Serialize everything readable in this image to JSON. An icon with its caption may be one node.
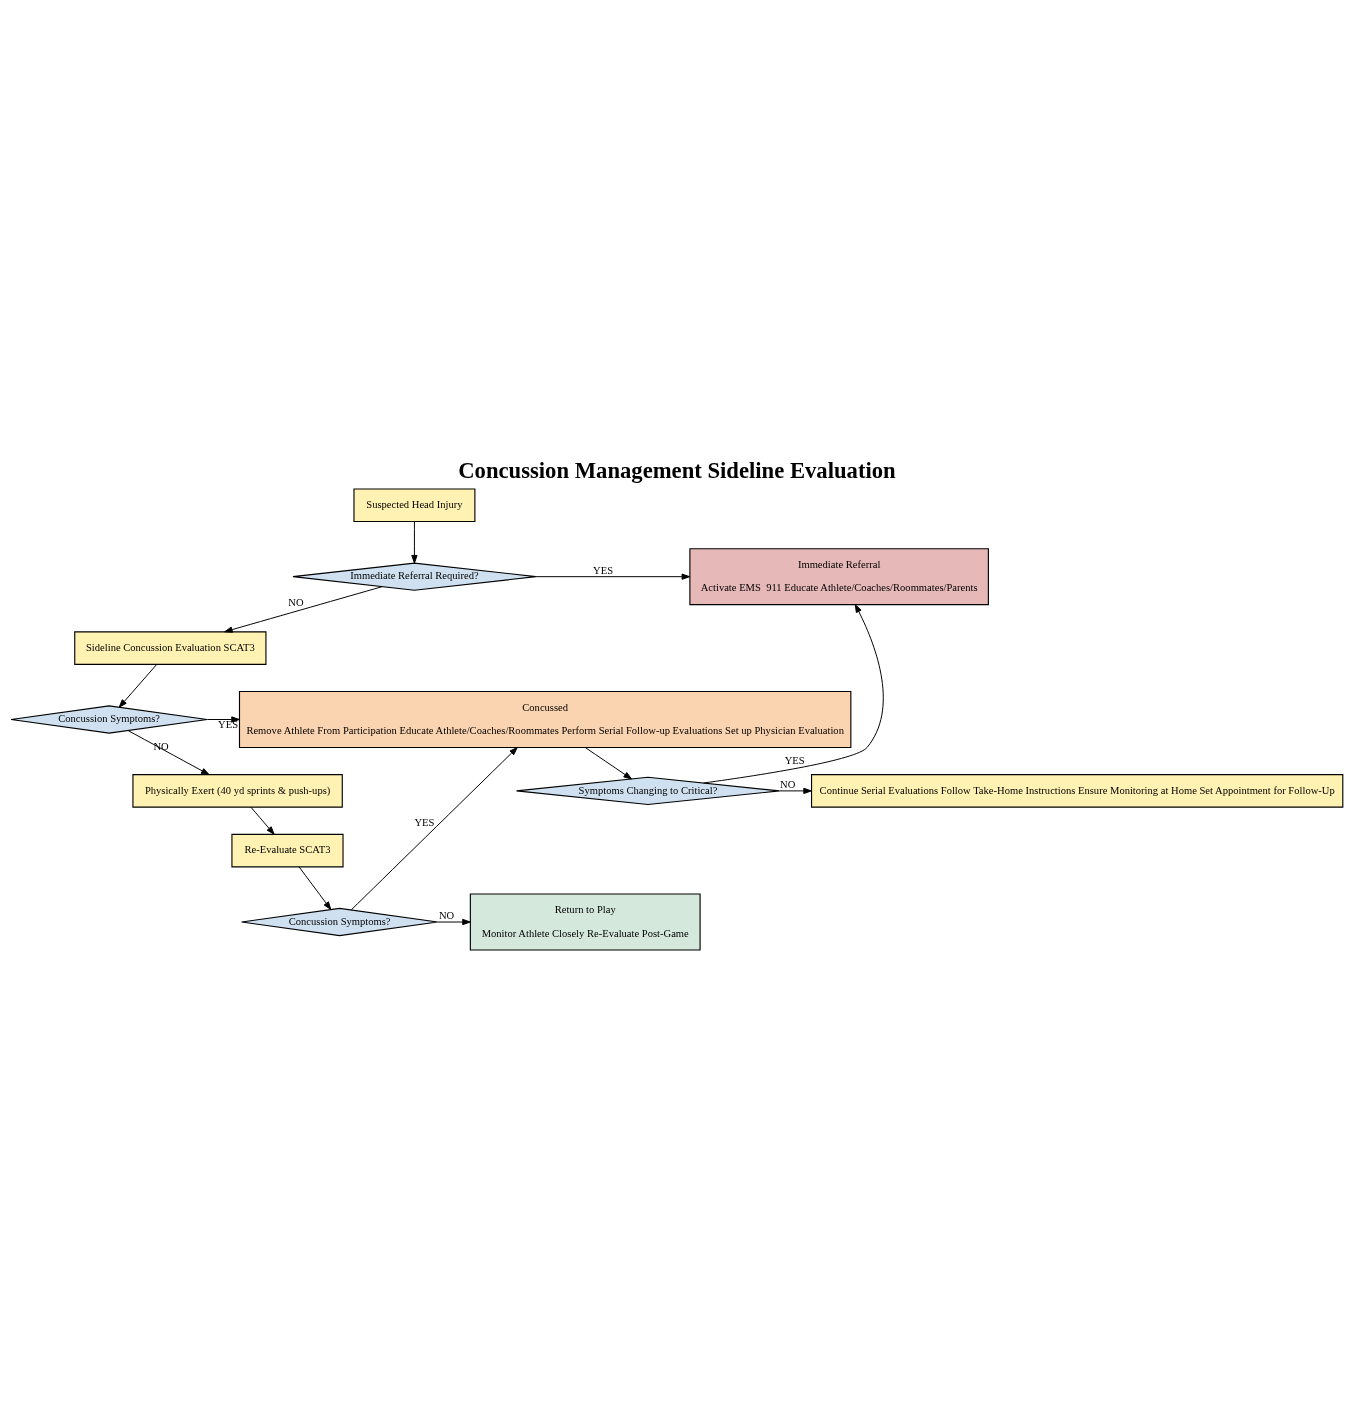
{
  "diagram": {
    "title": "Concussion Management Sideline Evaluation",
    "nodes": [
      {
        "text": [
          "Suspected Head Injury"
        ]
      },
      {
        "text": [
          "Immediate Referral Required?"
        ]
      },
      {
        "text": [
          "Immediate Referral",
          "Activate EMS  911 Educate Athlete/Coaches/Roommates/Parents"
        ]
      },
      {
        "text": [
          "Sideline Concussion Evaluation SCAT3"
        ]
      },
      {
        "text": [
          "Symptoms Changing to Critical?"
        ]
      },
      {
        "text": [
          "Continue Serial Evaluations Follow Take-Home Instructions Ensure Monitoring at Home Set Appointment for Follow-Up"
        ]
      },
      {
        "text": [
          "Concussion Symptoms?"
        ]
      },
      {
        "text": [
          "Concussed",
          "Remove Athlete From Participation Educate Athlete/Coaches/Roommates Perform Serial Follow-up Evaluations Set up Physician Evaluation"
        ]
      },
      {
        "text": [
          "Physically Exert (40 yd sprints & push-ups)"
        ]
      },
      {
        "text": [
          "Re-Evaluate SCAT3"
        ]
      },
      {
        "text": [
          "Concussion Symptoms?"
        ]
      },
      {
        "text": [
          "Return to Play",
          "Monitor Athlete Closely Re-Evaluate Post-Game"
        ]
      }
    ],
    "edges": [
      {
        "from": 0,
        "to": 1,
        "arrow": "to"
      },
      {
        "from": 1,
        "to": 2,
        "arrow": "to",
        "label": "YES"
      },
      {
        "from": 1,
        "to": 3,
        "arrow": "to",
        "label": "NO"
      },
      {
        "from": 3,
        "to": 6,
        "arrow": "to"
      },
      {
        "from": 6,
        "to": 7,
        "arrow": "to",
        "label": "YES"
      },
      {
        "from": 6,
        "to": 8,
        "arrow": "to",
        "label": "NO"
      },
      {
        "from": 8,
        "to": 9,
        "arrow": "to"
      },
      {
        "from": 9,
        "to": 10,
        "arrow": "to"
      },
      {
        "from": 10,
        "to": 7,
        "arrow": "to",
        "label": "YES"
      },
      {
        "from": 10,
        "to": 11,
        "arrow": "to",
        "label": "NO"
      },
      {
        "from": 7,
        "to": 4,
        "arrow": "to"
      },
      {
        "from": 4,
        "to": 2,
        "arrow": "to",
        "label": "YES"
      },
      {
        "from": 4,
        "to": 5,
        "arrow": "to",
        "label": "NO"
      }
    ]
  }
}
